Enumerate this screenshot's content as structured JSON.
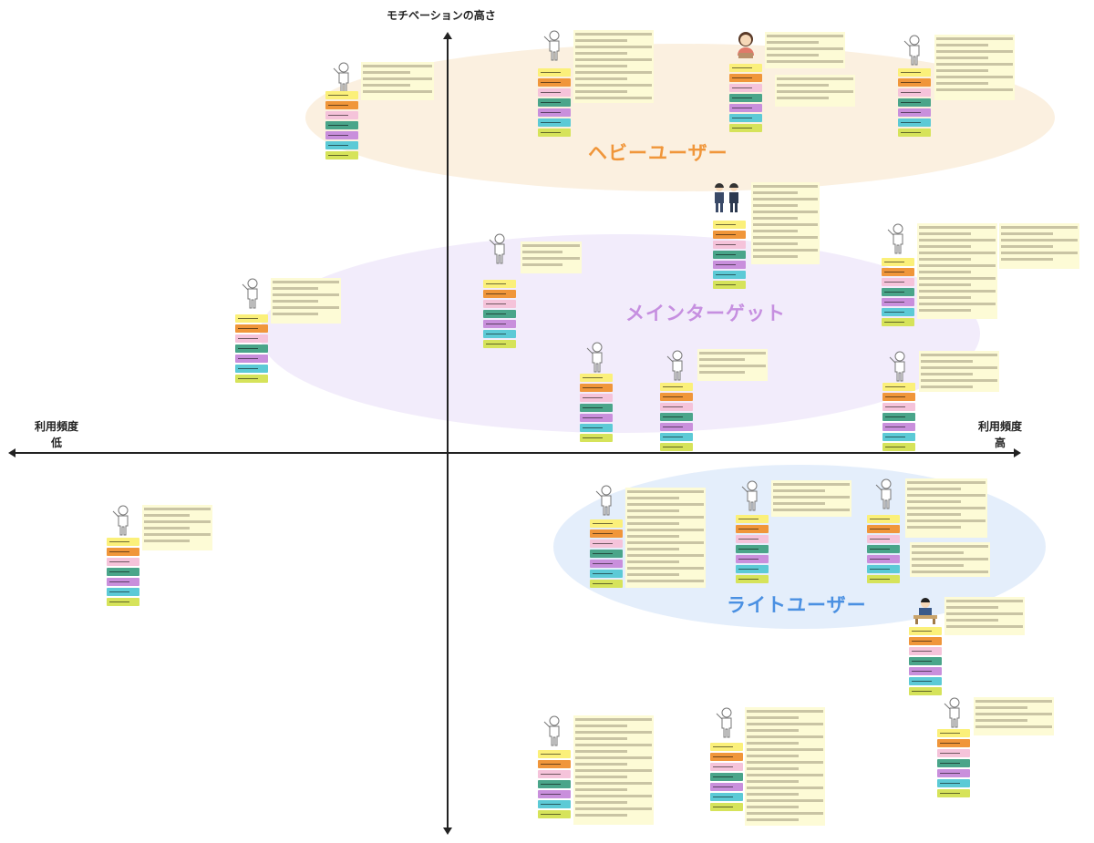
{
  "axes": {
    "y_label": "モチベーションの高さ",
    "x_low_label": "利用頻度",
    "x_low_level": "低",
    "x_high_label": "利用頻度",
    "x_high_level": "高"
  },
  "zones": [
    {
      "label": "ヘビーユーザー",
      "color": "#f0963a",
      "fill": "#fbf0e0"
    },
    {
      "label": "メインターゲット",
      "color": "#c68fe0",
      "fill": "#f2ecfb"
    },
    {
      "label": "ライトユーザー",
      "color": "#4a90e2",
      "fill": "#e4eefb"
    }
  ],
  "tag_colors": [
    "#fbf07a",
    "#f0963a",
    "#f5c3da",
    "#4aa58a",
    "#c98fdc",
    "#5ccad6",
    "#d6e35a"
  ],
  "personas": [
    {
      "icon": "person-outline"
    },
    {
      "icon": "person-outline"
    },
    {
      "icon": "woman"
    },
    {
      "icon": "person-outline"
    },
    {
      "icon": "businessmen-pair"
    },
    {
      "icon": "person-outline"
    },
    {
      "icon": "person-outline"
    },
    {
      "icon": "person-outline"
    },
    {
      "icon": "person-outline"
    },
    {
      "icon": "person-outline"
    },
    {
      "icon": "person-outline"
    },
    {
      "icon": "person-outline"
    },
    {
      "icon": "person-outline"
    },
    {
      "icon": "person-outline"
    },
    {
      "icon": "person-outline"
    },
    {
      "icon": "man-at-desk"
    },
    {
      "icon": "person-outline"
    },
    {
      "icon": "person-outline"
    },
    {
      "icon": "person-outline"
    }
  ]
}
